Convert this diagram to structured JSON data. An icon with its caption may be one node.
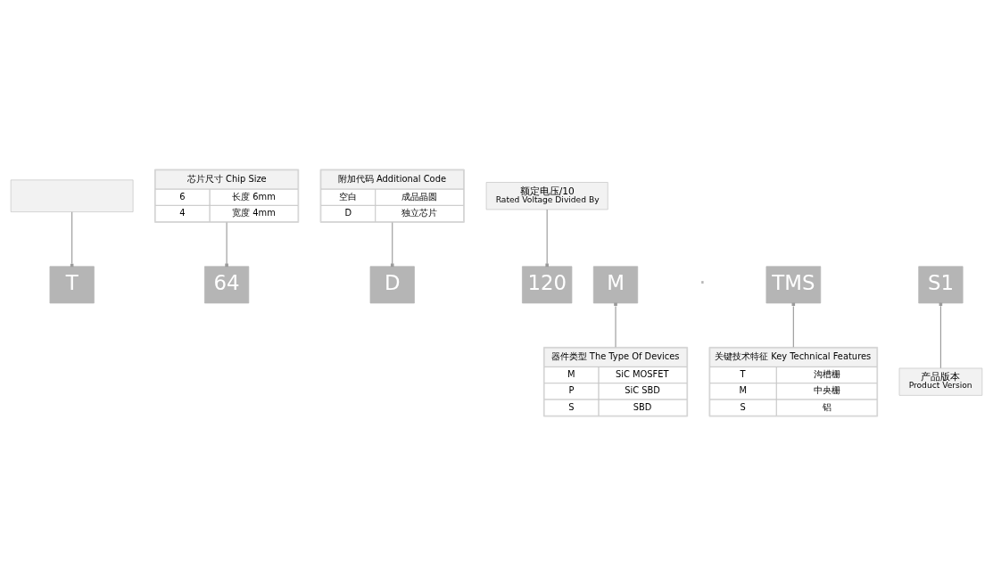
{
  "diagram": {
    "nodes": [
      {
        "text": [],
        "shape": "box"
      },
      {
        "text": [
          "芯片尺寸 Chip Size",
          "6",
          "长度 6mm",
          "4",
          "宽度 4mm"
        ]
      },
      {
        "text": [
          "附加代码 Additional Code",
          "空白",
          "成品晶圆",
          "D",
          "独立芯片"
        ]
      },
      {
        "text": [
          "额定电压/10",
          "Rated Voltage Divided By"
        ]
      },
      {
        "text": [
          "T"
        ]
      },
      {
        "text": [
          "M"
        ]
      },
      {
        "text": [
          "120"
        ]
      },
      {
        "text": [
          "TMS"
        ]
      },
      {
        "text": [
          "64"
        ]
      },
      {
        "text": [
          "S1"
        ]
      },
      {
        "text": [
          "D"
        ]
      },
      {
        "text": [
          "产品版本",
          "Product Version"
        ]
      },
      {
        "text": [
          "器件类型 The Type Of Devices",
          "M",
          "SiC MOSFET",
          "P",
          "SiC SBD",
          "S",
          "SBD"
        ]
      },
      {
        "text": [
          "关键技术特征 Key Technical Features",
          "T",
          "沟槽栅",
          "M",
          "中央栅",
          "S",
          "铝"
        ]
      }
    ],
    "edges": [
      {
        "from": 0,
        "to": 4,
        "arrow": "other"
      },
      {
        "from": 3,
        "to": 6,
        "arrow": "other"
      },
      {
        "from": 1,
        "to": 8,
        "arrow": "other"
      },
      {
        "from": 2,
        "to": 10,
        "arrow": "other"
      },
      {
        "from": 11,
        "to": 9,
        "arrow": "other"
      },
      {
        "from": 12,
        "to": 5,
        "arrow": "other"
      },
      {
        "from": 13,
        "to": 7,
        "arrow": "other"
      }
    ],
    "labels": [
      "·"
    ]
  }
}
